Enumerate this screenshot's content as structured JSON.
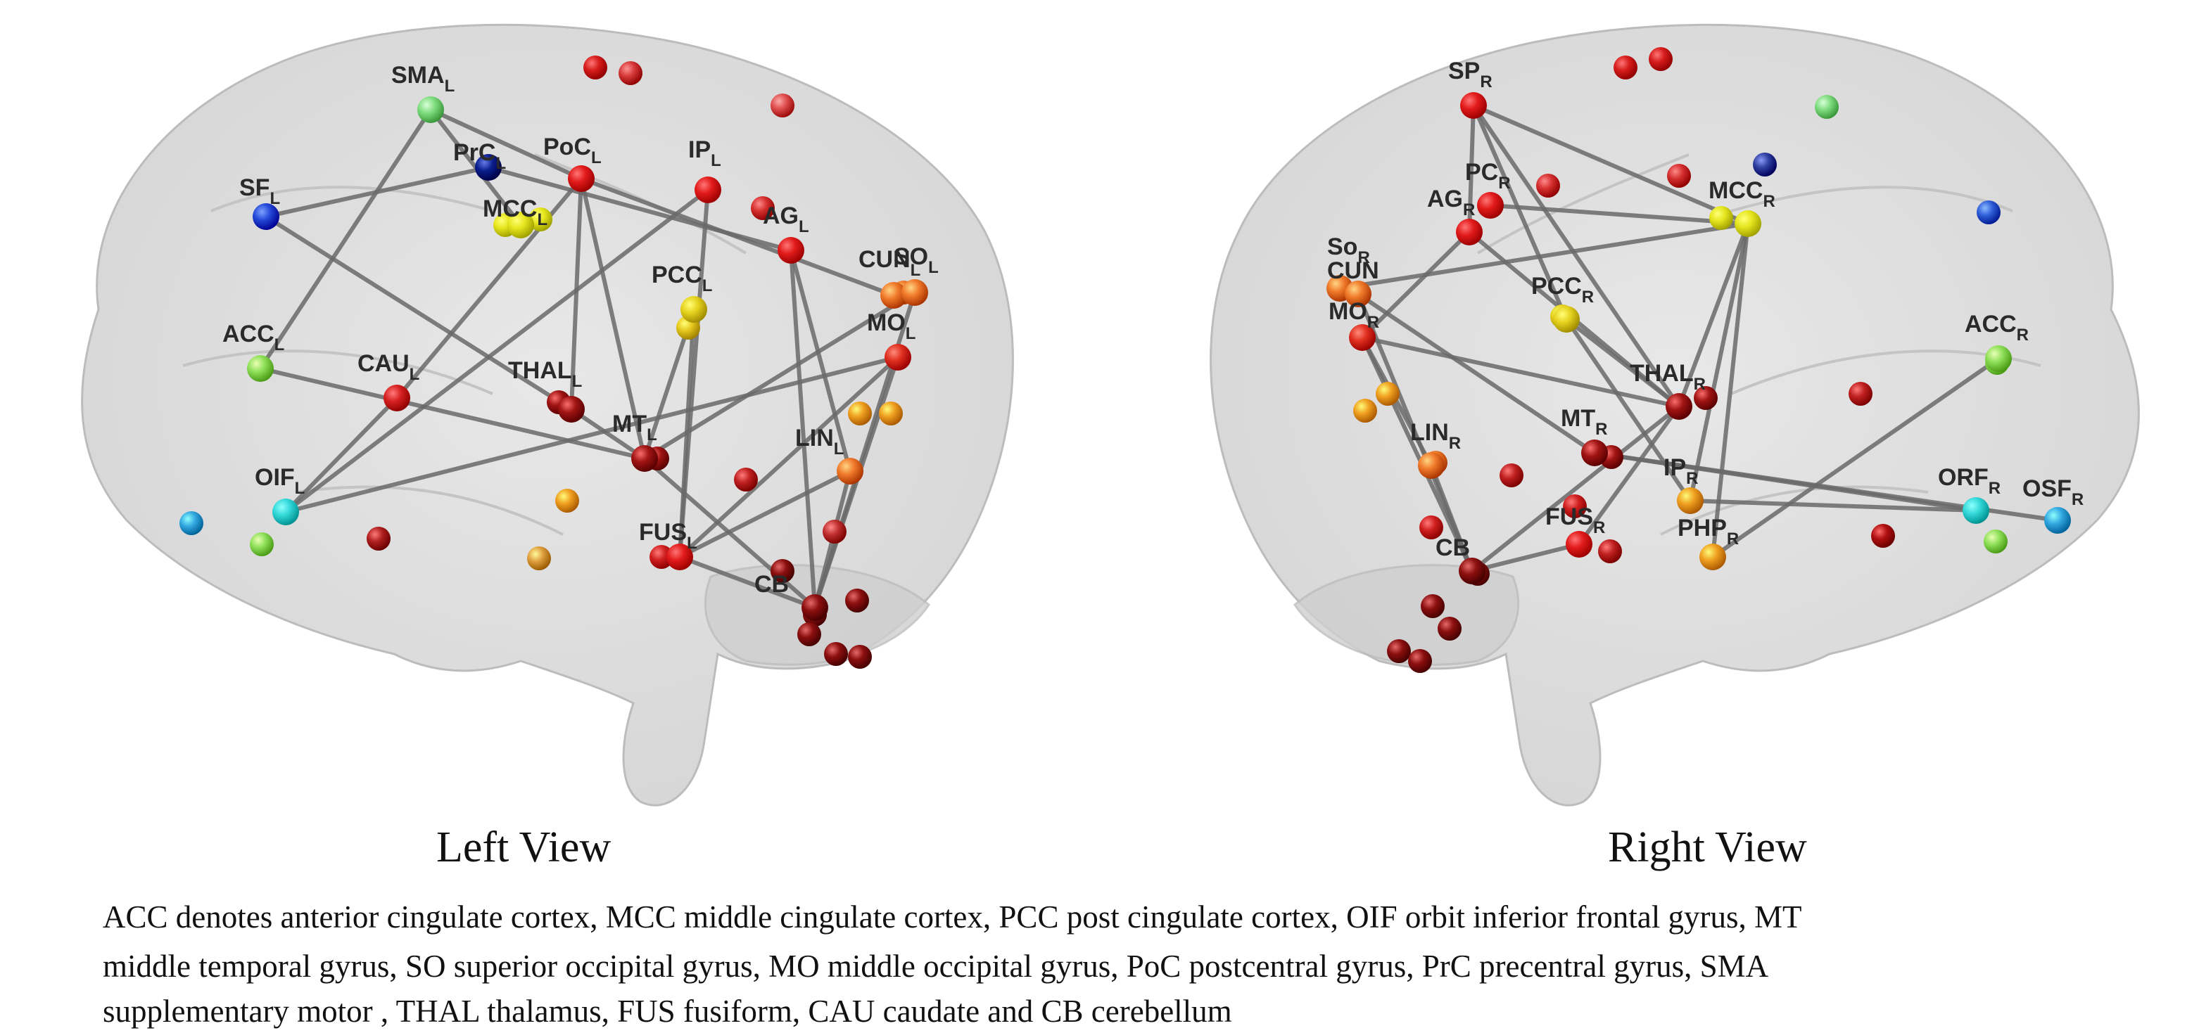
{
  "views": [
    {
      "id": "left",
      "title": "Left View",
      "nodes": [
        {
          "id": "SMA_L",
          "color": "#7fdc7f"
        },
        {
          "id": "PrC_L",
          "color": "#0a1e8c"
        },
        {
          "id": "PoC_L",
          "color": "#e21b1b"
        },
        {
          "id": "SF_L",
          "color": "#2448d8"
        },
        {
          "id": "IP_L",
          "color": "#e21b1b"
        },
        {
          "id": "MCC_L",
          "color": "#e6e61e"
        },
        {
          "id": "AG_L",
          "color": "#e21b1b"
        },
        {
          "id": "PCC_L",
          "color": "#e6d21e"
        },
        {
          "id": "CUN_L",
          "color": "#f07a2a"
        },
        {
          "id": "SO_L",
          "color": "#f07a2a"
        },
        {
          "id": "MO_L",
          "color": "#e03020"
        },
        {
          "id": "ACC_L",
          "color": "#8fe05a"
        },
        {
          "id": "CAU_L",
          "color": "#d62020"
        },
        {
          "id": "THAL_L",
          "color": "#a01414"
        },
        {
          "id": "MT_L",
          "color": "#a01414"
        },
        {
          "id": "LIN_L",
          "color": "#f07a2a"
        },
        {
          "id": "OIF_L",
          "color": "#34d8d8"
        },
        {
          "id": "FUS_L",
          "color": "#e21b1b"
        },
        {
          "id": "CB_L",
          "color": "#8c0f0f"
        }
      ],
      "labels": [
        {
          "node": "SMA_L",
          "text": "SMA",
          "sub": "L"
        },
        {
          "node": "PrC_L",
          "text": "PrC",
          "sub": "L"
        },
        {
          "node": "PoC_L",
          "text": "PoC",
          "sub": "L"
        },
        {
          "node": "SF_L",
          "text": "SF",
          "sub": "L"
        },
        {
          "node": "IP_L",
          "text": "IP",
          "sub": "L"
        },
        {
          "node": "MCC_L",
          "text": "MCC",
          "sub": "L"
        },
        {
          "node": "AG_L",
          "text": "AG",
          "sub": "L"
        },
        {
          "node": "PCC_L",
          "text": "PCC",
          "sub": "L"
        },
        {
          "node": "CUN_L",
          "text": "CUN",
          "sub": "L"
        },
        {
          "node": "SO_L",
          "text": "SO",
          "sub": "L"
        },
        {
          "node": "MO_L",
          "text": "MO",
          "sub": "L"
        },
        {
          "node": "ACC_L",
          "text": "ACC",
          "sub": "L"
        },
        {
          "node": "CAU_L",
          "text": "CAU",
          "sub": "L"
        },
        {
          "node": "THAL_L",
          "text": "THAL",
          "sub": "L"
        },
        {
          "node": "MT_L",
          "text": "MT",
          "sub": "L"
        },
        {
          "node": "LIN_L",
          "text": "LIN",
          "sub": "L"
        },
        {
          "node": "OIF_L",
          "text": "OIF",
          "sub": "L"
        },
        {
          "node": "FUS_L",
          "text": "FUS",
          "sub": "L"
        },
        {
          "node": "CB_L",
          "text": "CB",
          "sub": ""
        }
      ]
    },
    {
      "id": "right",
      "title": "Right View",
      "nodes": [
        {
          "id": "SP_R",
          "color": "#e21b1b"
        },
        {
          "id": "PoC_R",
          "color": "#e21b1b"
        },
        {
          "id": "AG_R",
          "color": "#e21b1b"
        },
        {
          "id": "SO_R",
          "color": "#f07a2a"
        },
        {
          "id": "CUN_R",
          "color": "#f07a2a"
        },
        {
          "id": "MO_R",
          "color": "#e03020"
        },
        {
          "id": "MCC_R",
          "color": "#e6e61e"
        },
        {
          "id": "PCC_R",
          "color": "#e6d21e"
        },
        {
          "id": "ACC_R",
          "color": "#8fe05a"
        },
        {
          "id": "THAL_R",
          "color": "#a01414"
        },
        {
          "id": "MT_R",
          "color": "#a01414"
        },
        {
          "id": "LIN_R",
          "color": "#f07a2a"
        },
        {
          "id": "IP_R",
          "color": "#f0a020"
        },
        {
          "id": "PHP_R",
          "color": "#f0a020"
        },
        {
          "id": "ORF_R",
          "color": "#34d8d8"
        },
        {
          "id": "OSF_R",
          "color": "#34a8e0"
        },
        {
          "id": "FUS_R",
          "color": "#e21b1b"
        },
        {
          "id": "CB_R",
          "color": "#8c0f0f"
        }
      ],
      "labels": [
        {
          "node": "SP_R",
          "text": "SP",
          "sub": "R"
        },
        {
          "node": "PoC_R",
          "text": "PC",
          "sub": "R"
        },
        {
          "node": "AG_R",
          "text": "AG",
          "sub": "R"
        },
        {
          "node": "SO_R",
          "text": "So",
          "sub": "R"
        },
        {
          "node": "CUN_R",
          "text": "CUN",
          "sub": ""
        },
        {
          "node": "MO_R",
          "text": "MO",
          "sub": "R"
        },
        {
          "node": "MCC_R",
          "text": "MCC",
          "sub": "R"
        },
        {
          "node": "PCC_R",
          "text": "PCC",
          "sub": "R"
        },
        {
          "node": "ACC_R",
          "text": "ACC",
          "sub": "R"
        },
        {
          "node": "THAL_R",
          "text": "THAL",
          "sub": "R"
        },
        {
          "node": "MT_R",
          "text": "MT",
          "sub": "R"
        },
        {
          "node": "LIN_R",
          "text": "LIN",
          "sub": "R"
        },
        {
          "node": "IP_R",
          "text": "IP",
          "sub": "R"
        },
        {
          "node": "PHP_R",
          "text": "PHP",
          "sub": "R"
        },
        {
          "node": "ORF_R",
          "text": "ORF",
          "sub": "R"
        },
        {
          "node": "OSF_R",
          "text": "OSF",
          "sub": "R"
        },
        {
          "node": "FUS_R",
          "text": "FUS",
          "sub": "R"
        },
        {
          "node": "CB_R",
          "text": "CB",
          "sub": ""
        }
      ]
    }
  ],
  "caption": {
    "line1": "ACC denotes anterior cingulate cortex, MCC middle cingulate cortex, PCC post cingulate cortex, OIF orbit inferior frontal gyrus, MT",
    "line2": "middle temporal gyrus, SO superior occipital gyrus, MO middle occipital gyrus, PoC postcentral gyrus, PrC precentral gyrus, SMA",
    "line3": "supplementary motor , THAL thalamus, FUS fusiform, CAU caudate and CB cerebellum"
  },
  "colors": {
    "edge": "#6a6a6a",
    "brain_fill": "#d6d6d6",
    "brain_stroke": "#bcbcbc",
    "label": "#2a2a2a"
  }
}
